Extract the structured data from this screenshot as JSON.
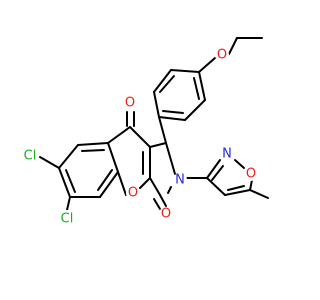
{
  "structure": {
    "atoms": [
      {
        "id": "cl1",
        "label": "Cl",
        "color": "#1fae1f"
      },
      {
        "id": "cl2",
        "label": "Cl",
        "color": "#1fae1f"
      },
      {
        "id": "o_ketone",
        "label": "O",
        "color": "#e8201a"
      },
      {
        "id": "o_ring",
        "label": "O",
        "color": "#e8201a"
      },
      {
        "id": "o_lactam",
        "label": "O",
        "color": "#e8201a"
      },
      {
        "id": "n_lactam",
        "label": "N",
        "color": "#2a2ad6"
      },
      {
        "id": "o_ether",
        "label": "O",
        "color": "#e8201a"
      },
      {
        "id": "n_isox",
        "label": "N",
        "color": "#2a2ad6"
      },
      {
        "id": "o_isox",
        "label": "O",
        "color": "#e8201a"
      }
    ]
  }
}
